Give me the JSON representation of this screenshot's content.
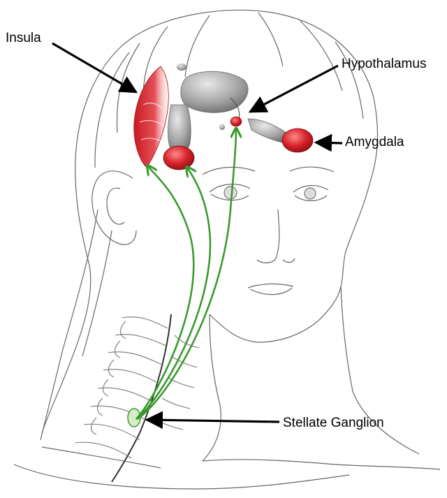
{
  "labels": {
    "insula": "Insula",
    "hypothalamus": "Hypothalamus",
    "amygdala": "Amygdala",
    "stellate_ganglion": "Stellate Ganglion"
  },
  "colors": {
    "outline": "#555555",
    "highlight_red": "#d8232a",
    "pathway_green": "#3a9a2e",
    "brain_gray": "#9a9a9a",
    "arrow": "#000000"
  }
}
